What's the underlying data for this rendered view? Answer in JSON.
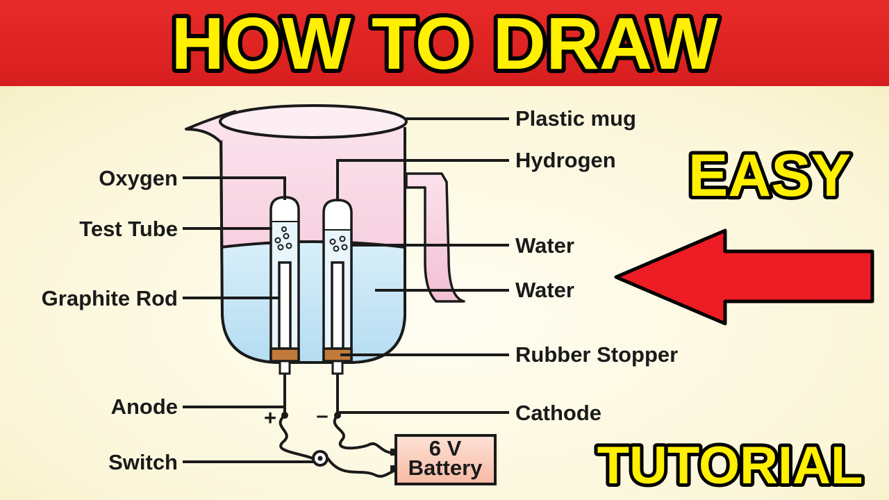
{
  "header": {
    "title": "HOW TO DRAW"
  },
  "badges": {
    "easy": "EASY",
    "tutorial": "TUTORIAL"
  },
  "labels": {
    "plastic_mug": "Plastic mug",
    "hydrogen": "Hydrogen",
    "oxygen": "Oxygen",
    "test_tube": "Test Tube",
    "water_1": "Water",
    "water_2": "Water",
    "graphite_rod": "Graphite Rod",
    "rubber_stopper": "Rubber Stopper",
    "anode": "Anode",
    "cathode": "Cathode",
    "switch": "Switch"
  },
  "terminals": {
    "plus": "+",
    "minus": "–"
  },
  "battery": {
    "line1": "6 V",
    "line2": "Battery"
  },
  "colors": {
    "banner_red": "#e82a2a",
    "title_yellow": "#ffef00",
    "arrow_red": "#ee1c24",
    "water_blue": "#c8e6f7",
    "mug_pink": "#f8d6e4",
    "battery_fill": "#fbd3c4",
    "stopper_brown": "#c27a3a"
  }
}
